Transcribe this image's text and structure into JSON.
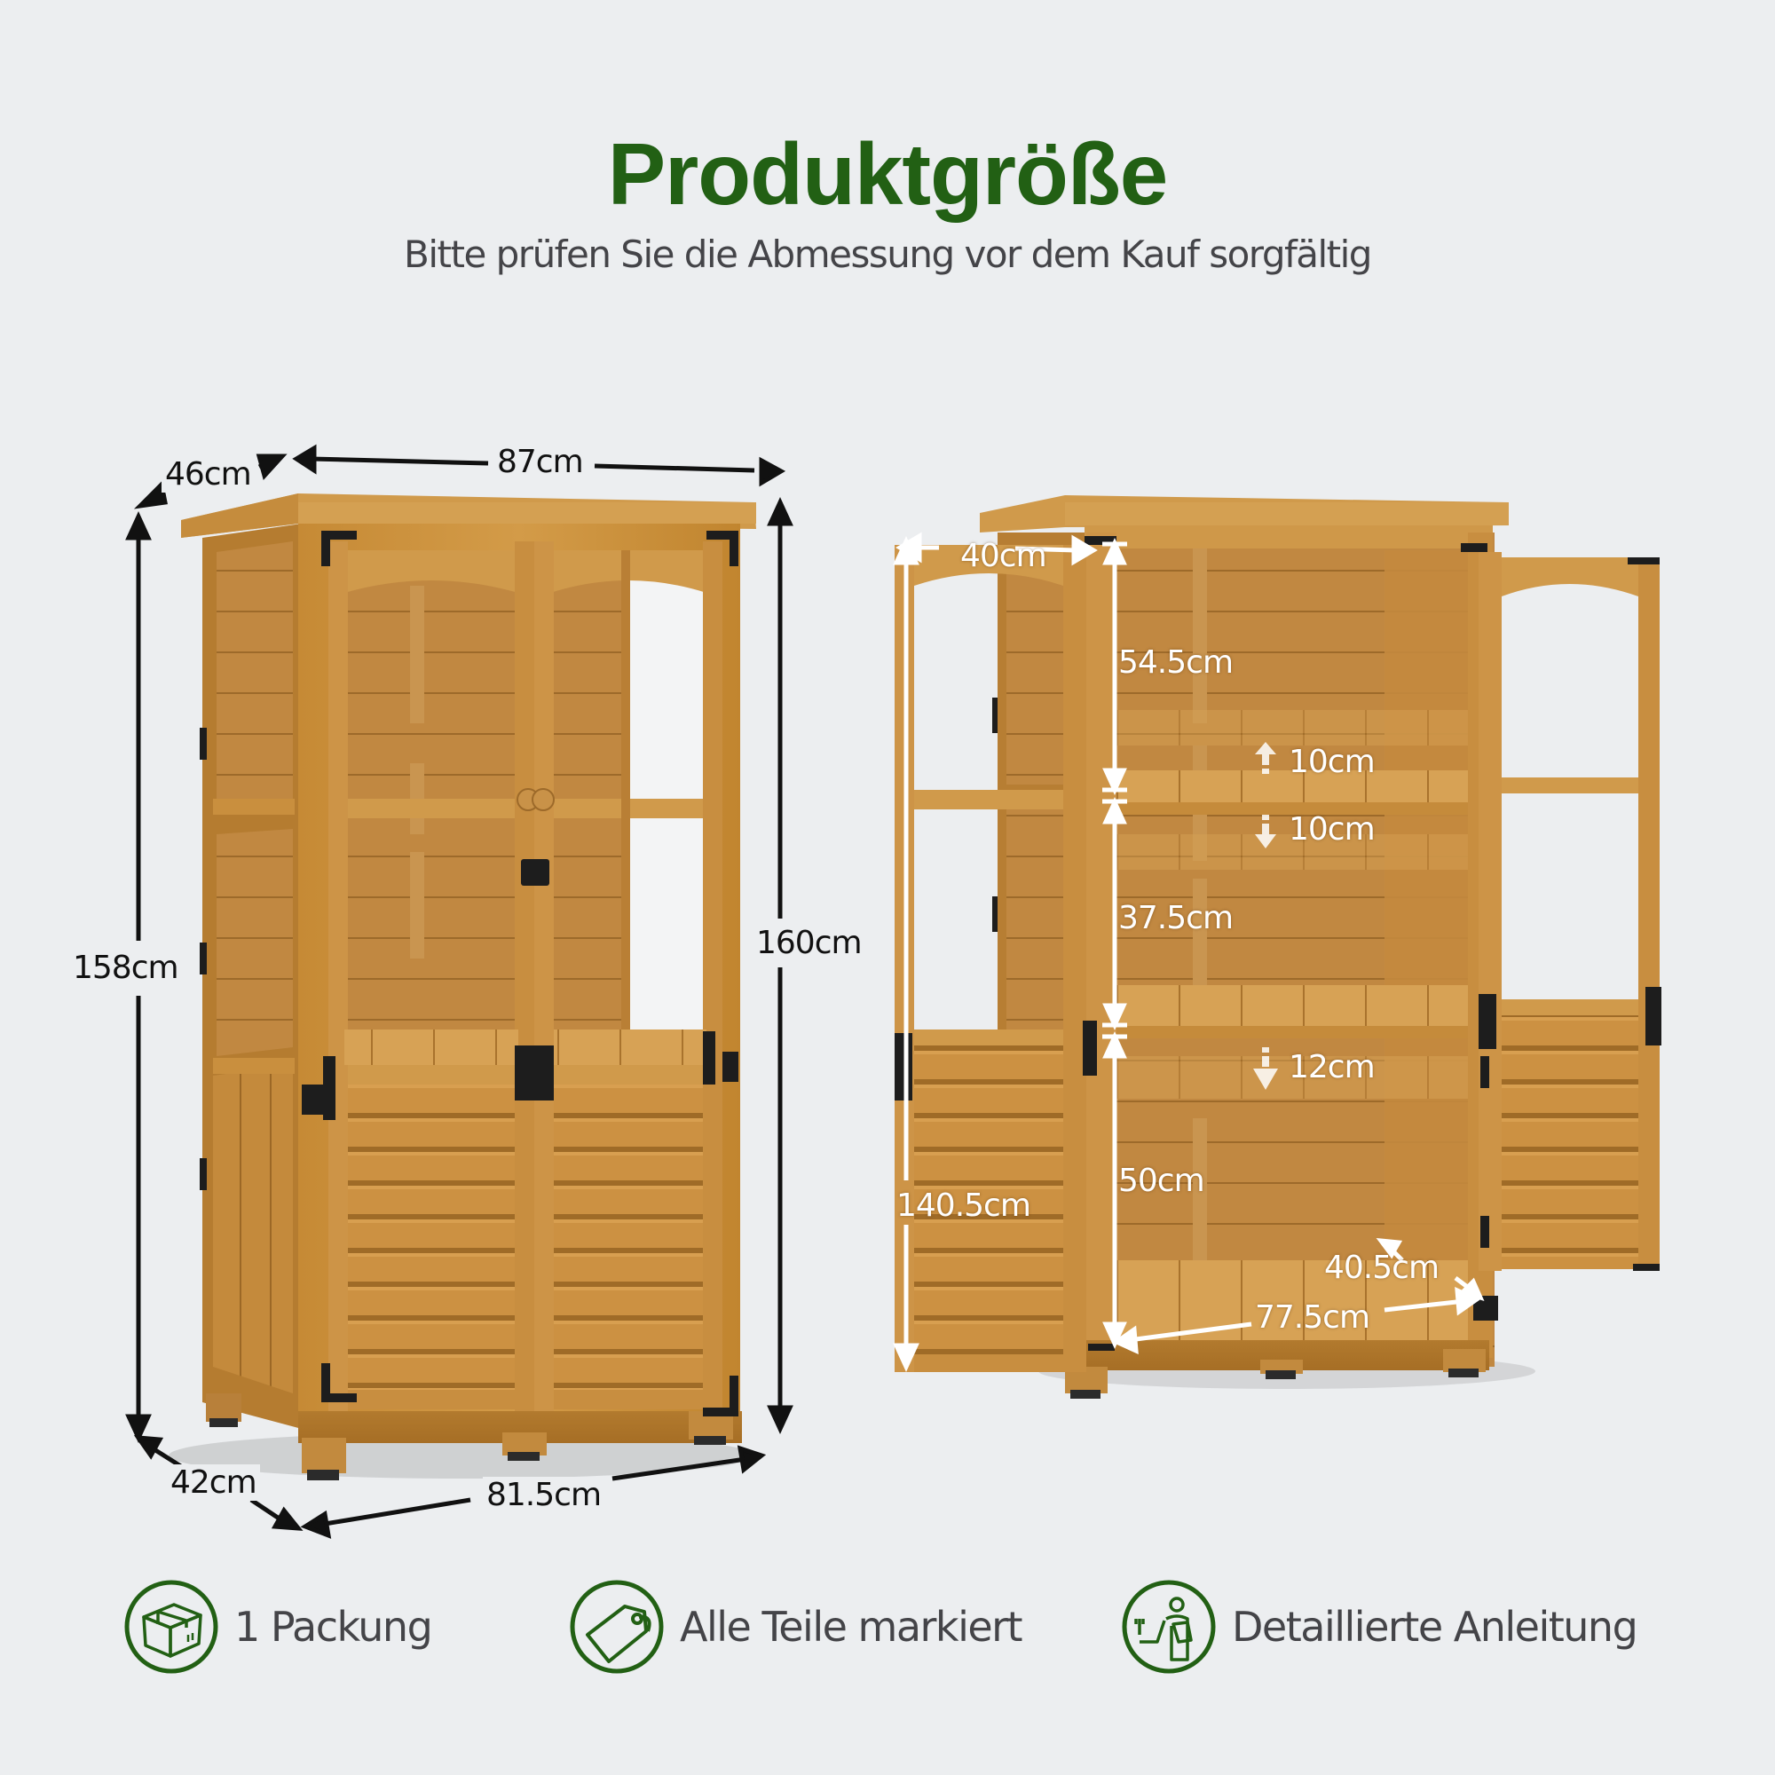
{
  "header": {
    "title": "Produktgröße",
    "subtitle": "Bitte prüfen Sie die Abmessung vor dem Kauf sorgfältig"
  },
  "colors": {
    "background": "#eceef0",
    "title_green": "#226014",
    "icon_green": "#226014",
    "body_text": "#444448",
    "wood": "#c98f3a",
    "hardware": "#1d1d1d"
  },
  "closed_cabinet": {
    "dimensions": {
      "top_depth": "46cm",
      "top_width": "87cm",
      "left_height": "158cm",
      "right_height": "160cm",
      "bottom_depth": "42cm",
      "bottom_width": "81.5cm"
    }
  },
  "open_cabinet": {
    "dimensions": {
      "door_width": "40cm",
      "upper_compartment": "54.5cm",
      "shelf_adjust_up": "10cm",
      "shelf_adjust_down": "10cm",
      "middle_compartment": "37.5cm",
      "lower_shelf_adjust": "12cm",
      "door_height": "140.5cm",
      "lower_compartment": "50cm",
      "inner_depth": "40.5cm",
      "inner_width": "77.5cm"
    }
  },
  "features": [
    {
      "icon": "package-box-icon",
      "label": "1 Packung"
    },
    {
      "icon": "tag-label-icon",
      "label": "Alle Teile markiert"
    },
    {
      "icon": "instruction-manual-icon",
      "label": "Detaillierte Anleitung"
    }
  ]
}
